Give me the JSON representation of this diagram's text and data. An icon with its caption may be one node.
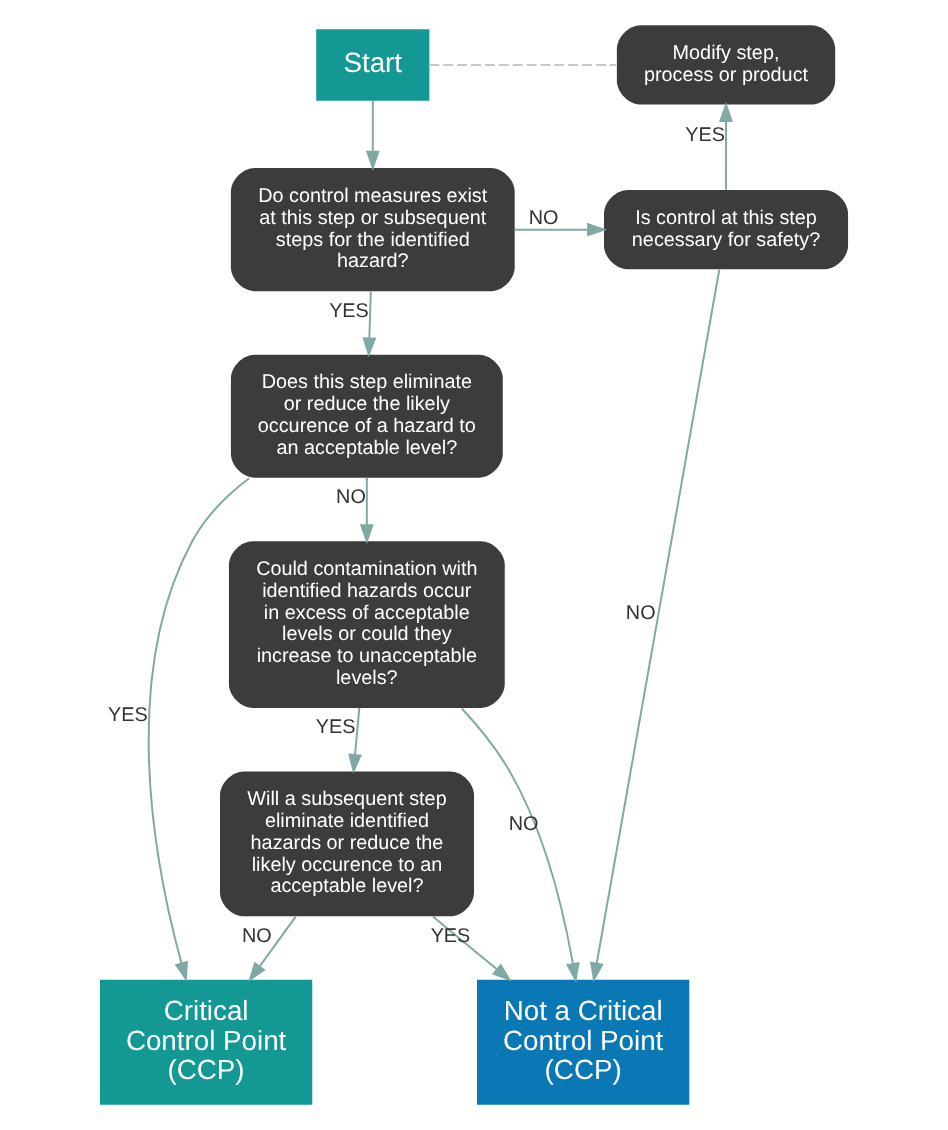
{
  "diagram": {
    "nodes": [
      {
        "text": [
          "Start"
        ]
      },
      {
        "text": [
          "Modify step, process or product"
        ]
      },
      {
        "text": [
          "Do control measures exist at this step or subsequent steps for the identified hazard?"
        ]
      },
      {
        "text": [
          "Is control at this step necessary for safety?"
        ]
      },
      {
        "text": [
          "Critical Control Point (CCP)"
        ]
      },
      {
        "text": [
          "Does this step eliminate or reduce the likely occurence of a hazard to an acceptable level?"
        ]
      },
      {
        "text": [
          "Not a Critical Control Point (CCP)"
        ]
      },
      {
        "text": [
          "Could contamination with identified hazards occur in excess of acceptable levels or could they increase to unacceptable levels?"
        ]
      },
      {
        "text": [
          "Will a subsequent step eliminate identified hazards or reduce the likely occurence to an acceptable level?"
        ]
      }
    ],
    "edges": [
      {
        "from": 0,
        "to": 1,
        "arrow": "none",
        "style": "dashed",
        "color": "#c8c8c8"
      },
      {
        "from": 0,
        "to": 2,
        "arrow": "to"
      },
      {
        "from": 2,
        "to": 3,
        "arrow": "to",
        "label": "NO"
      },
      {
        "from": 3,
        "to": 1,
        "arrow": "to",
        "label": "YES"
      },
      {
        "from": 3,
        "to": 6,
        "arrow": "to",
        "label": "NO"
      },
      {
        "from": 2,
        "to": 5,
        "arrow": "to",
        "label": "YES"
      },
      {
        "from": 5,
        "to": 4,
        "arrow": "to",
        "label": "YES"
      },
      {
        "from": 5,
        "to": 7,
        "arrow": "to",
        "label": "NO"
      },
      {
        "from": 7,
        "to": 6,
        "arrow": "to",
        "label": "NO"
      },
      {
        "from": 7,
        "to": 8,
        "arrow": "to",
        "label": "YES"
      },
      {
        "from": 8,
        "to": 6,
        "arrow": "to",
        "label": "YES"
      },
      {
        "from": 8,
        "to": 4,
        "arrow": "to",
        "label": "NO"
      }
    ]
  }
}
